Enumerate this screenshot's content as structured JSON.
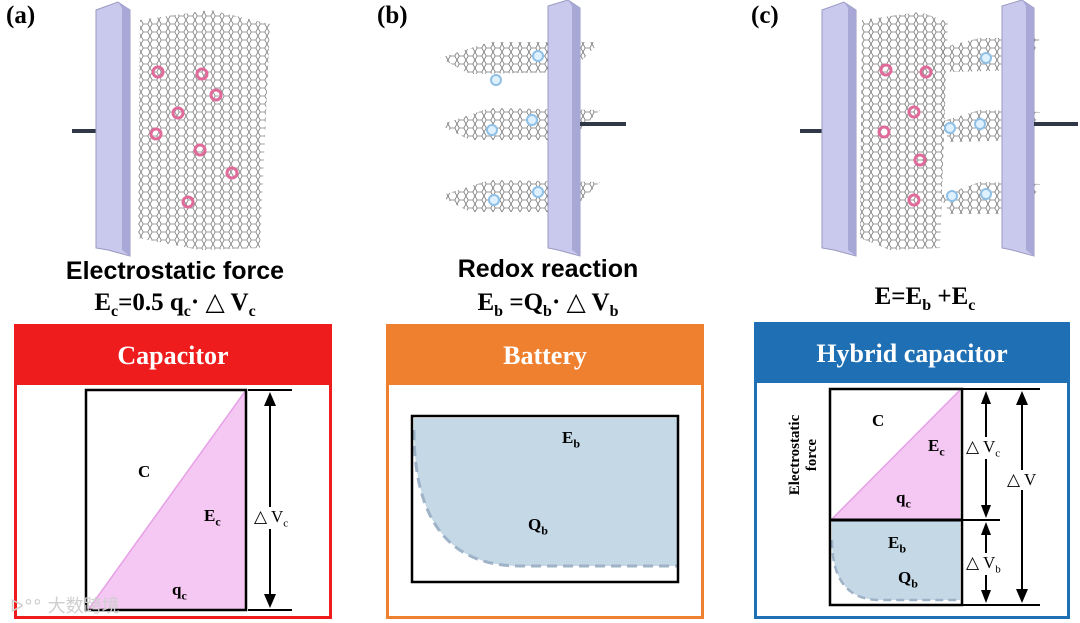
{
  "panels": {
    "a": {
      "letter": "(a)",
      "caption": "Electrostatic force",
      "formula": {
        "lhs": "E",
        "lhs_sub": "c",
        "mid": "=0.5 q",
        "mid_sub": "c",
        "op": "· △ V",
        "rhs_sub": "c"
      },
      "box_title": "Capacitor",
      "color": "#ee1c1c",
      "labels": {
        "c": "C",
        "ec": "E",
        "ec_sub": "c",
        "qc": "q",
        "qc_sub": "c",
        "dv": "△ V",
        "dv_sub": "c"
      }
    },
    "b": {
      "letter": "(b)",
      "caption": "Redox reaction",
      "formula": {
        "lhs": "E",
        "lhs_sub": "b",
        "mid": " =Q",
        "mid_sub": "b",
        "op": "· △ V",
        "rhs_sub": "b"
      },
      "box_title": "Battery",
      "color": "#ee8030",
      "labels": {
        "eb": "E",
        "eb_sub": "b",
        "qb": "Q",
        "qb_sub": "b"
      }
    },
    "c": {
      "letter": "(c)",
      "formula": {
        "lhs": "E=E",
        "lhs_sub": "b",
        "mid": " +E",
        "mid_sub": "c"
      },
      "box_title": "Hybrid capacitor",
      "color": "#1f6fb4",
      "labels": {
        "side1": "Electrostatic",
        "side2": "force",
        "c": "C",
        "ec": "E",
        "ec_sub": "c",
        "qc": "q",
        "qc_sub": "c",
        "eb": "E",
        "eb_sub": "b",
        "qb": "Q",
        "qb_sub": "b",
        "dvc": "△ V",
        "dvc_sub": "c",
        "dvb": "△ V",
        "dvb_sub": "b",
        "dv": "△ V"
      }
    }
  },
  "watermark": "大数跨境",
  "colors": {
    "pink_fill": "#f4c8f2",
    "blue_fill": "#c4d8e6",
    "dash": "#9fb3c8",
    "electrode": "#c9c9ee"
  }
}
